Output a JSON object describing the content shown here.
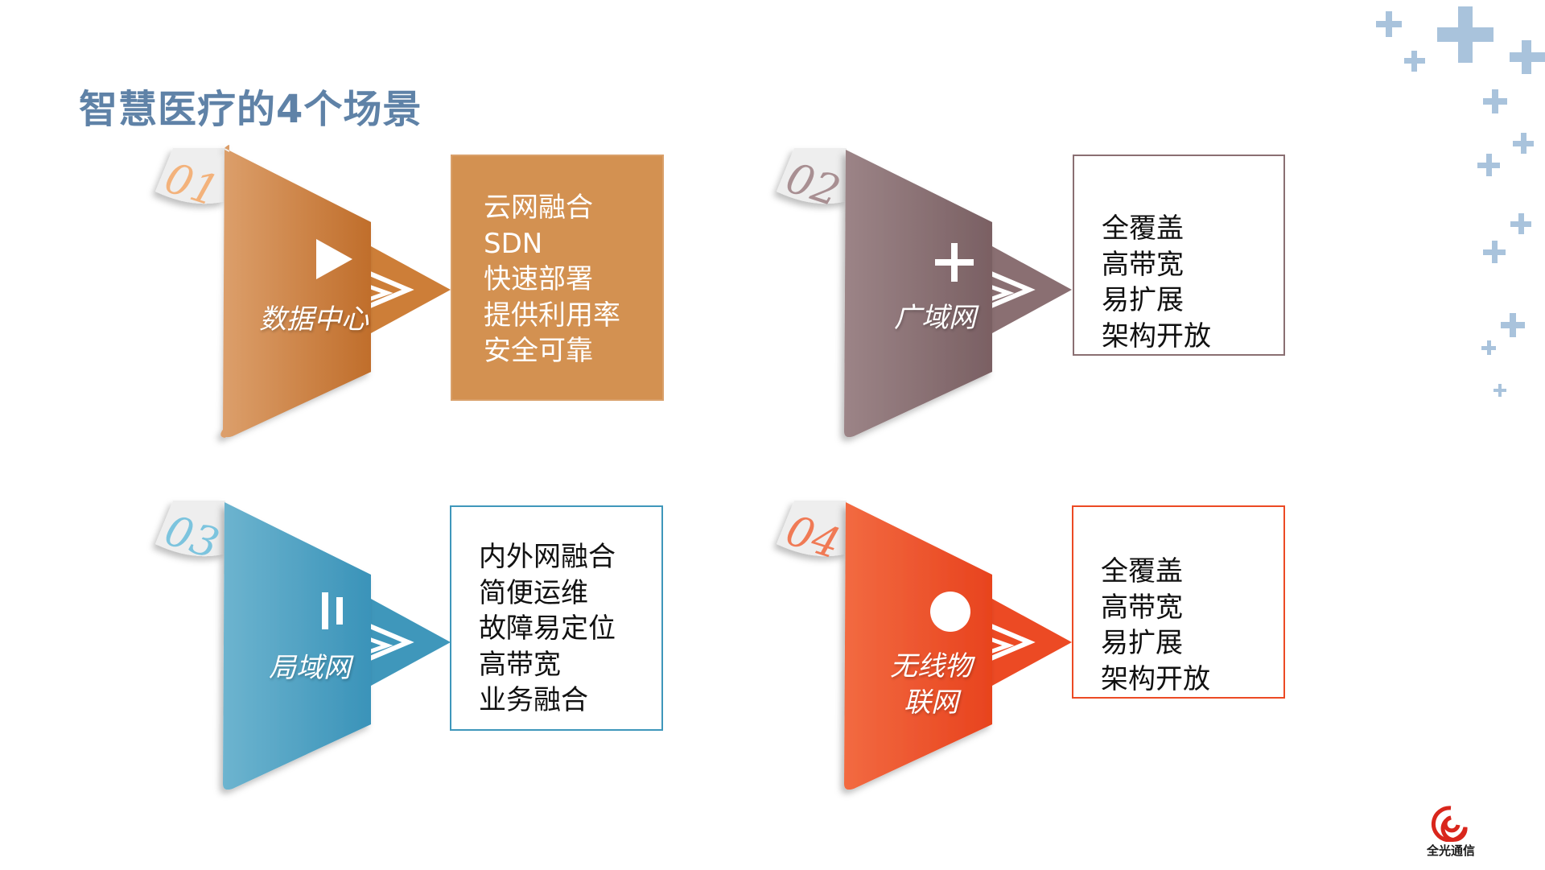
{
  "title": "智慧医疗的4个场景",
  "scenes": [
    {
      "number": "01",
      "label": "数据中心",
      "icon": "play-icon",
      "color": "#c97a37",
      "items": [
        "云网融合",
        "SDN",
        "快速部署",
        "提供利用率",
        "安全可靠"
      ]
    },
    {
      "number": "02",
      "label": "广域网",
      "icon": "plus-icon",
      "color": "#8a6f72",
      "items": [
        "全覆盖",
        "高带宽",
        "易扩展",
        "架构开放"
      ]
    },
    {
      "number": "03",
      "label": "局域网",
      "icon": "pause-icon",
      "color": "#3f97bb",
      "items": [
        "内外网融合",
        "简便运维",
        "故障易定位",
        "高带宽",
        "业务融合"
      ]
    },
    {
      "number": "04",
      "label": "无线物联网",
      "label_lines": [
        "无线物",
        "联网"
      ],
      "icon": "record-icon",
      "color": "#ec4a24",
      "items": [
        "全覆盖",
        "高带宽",
        "易扩展",
        "架构开放"
      ]
    }
  ],
  "logo": {
    "text": "全光通信",
    "icon": "swirl-logo-icon",
    "color": "#d9261c"
  }
}
